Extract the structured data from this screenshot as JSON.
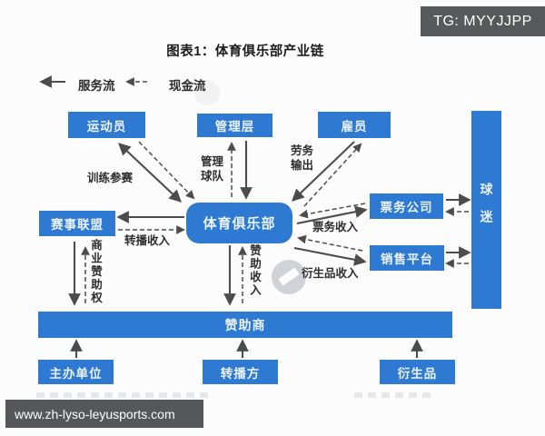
{
  "badge": {
    "label": "TG: MYYJJPP"
  },
  "title": "图表1：体育俱乐部产业链",
  "legend": {
    "service_flow": "服务流",
    "cash_flow": "现金流"
  },
  "nodes": {
    "athletes": "运动员",
    "management": "管理层",
    "employees": "雇员",
    "fans": "球迷",
    "club": "体育俱乐部",
    "league": "赛事联盟",
    "ticketing": "票务公司",
    "sales": "销售平台",
    "sponsors": "赞助商",
    "organizer": "主办单位",
    "broadcaster": "转播方",
    "derivatives": "衍生品"
  },
  "edge_labels": {
    "training_compete": "训练参赛",
    "manage_team": "管理球队",
    "labor_output": "劳务输出",
    "ticket_revenue": "票务收入",
    "broadcast_revenue": "转播收入",
    "derivative_revenue": "衍生品收入",
    "commercial_sponsor_rights": "商业赞助权",
    "sponsor_income": "赞助收入"
  },
  "footer": {
    "url": "www.zh-lyso-leyusports.com"
  },
  "colors": {
    "node_blue": "#2e7ad3",
    "badge_gray": "#58595b",
    "footer_gray": "#56575a",
    "arrow_dark": "#4c4c4c",
    "background": "#fcfcfc"
  }
}
